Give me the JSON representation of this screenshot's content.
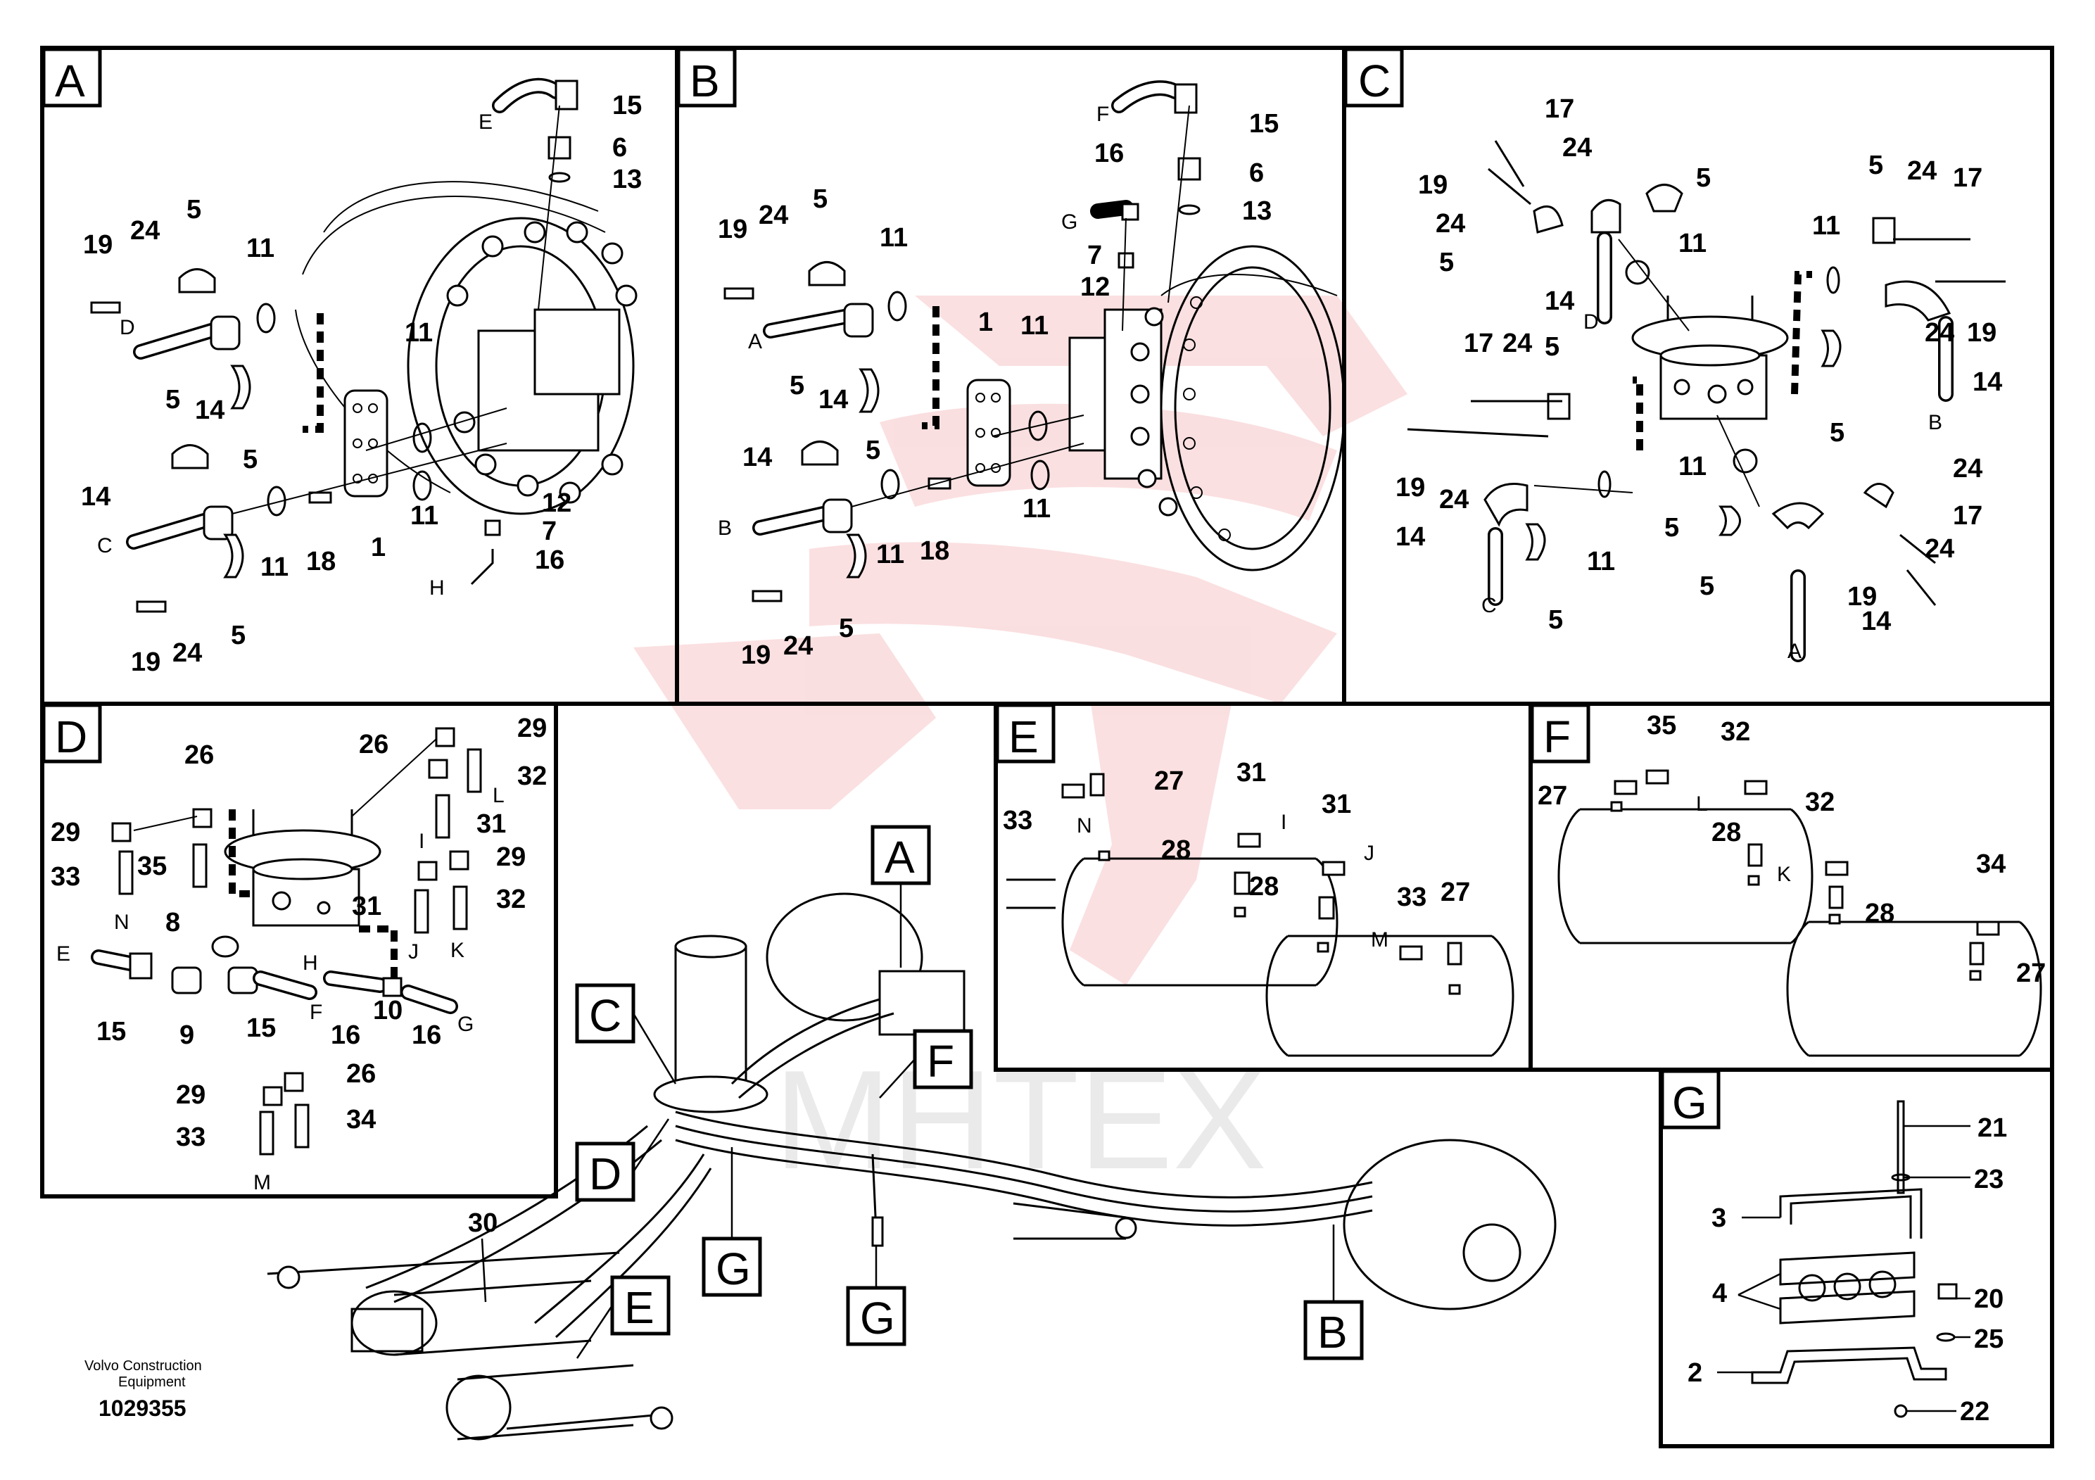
{
  "credit": {
    "line1": "Volvo Construction",
    "line2": "Equipment"
  },
  "document_number": "1029355",
  "watermark": "MHTEX",
  "colors": {
    "line": "#000000",
    "background": "#ffffff",
    "watermark": "#e8555a"
  },
  "panels": {
    "A": {
      "letter": "A",
      "ports": [
        "E",
        "D",
        "C",
        "H"
      ]
    },
    "B": {
      "letter": "B",
      "ports": [
        "F",
        "G",
        "A",
        "B"
      ]
    },
    "C": {
      "letter": "C",
      "ports": [
        "D",
        "B",
        "C",
        "A"
      ]
    },
    "D": {
      "letter": "D",
      "ports": [
        "N",
        "L",
        "I",
        "J",
        "K",
        "H",
        "E",
        "F",
        "G",
        "M"
      ]
    },
    "E": {
      "letter": "E",
      "ports": [
        "N",
        "I",
        "J",
        "M"
      ]
    },
    "F": {
      "letter": "F",
      "ports": [
        "L",
        "K"
      ]
    },
    "G": {
      "letter": "G"
    }
  },
  "overview": {
    "labels": [
      "A",
      "B",
      "C",
      "D",
      "E",
      "F",
      "G",
      "G"
    ],
    "callout": "30"
  },
  "callouts": {
    "A": [
      "15",
      "6",
      "13",
      "19",
      "24",
      "5",
      "11",
      "11",
      "14",
      "5",
      "5",
      "14",
      "12",
      "7",
      "16",
      "11",
      "18",
      "1",
      "11",
      "19",
      "24",
      "5"
    ],
    "B": [
      "15",
      "6",
      "13",
      "16",
      "7",
      "12",
      "19",
      "24",
      "5",
      "11",
      "1",
      "11",
      "14",
      "5",
      "5",
      "14",
      "11",
      "18",
      "11",
      "19",
      "24",
      "5"
    ],
    "C": [
      "17",
      "24",
      "19",
      "24",
      "5",
      "5",
      "11",
      "14",
      "5",
      "24",
      "17",
      "11",
      "24",
      "19",
      "14",
      "17",
      "24",
      "5",
      "5",
      "19",
      "24",
      "14",
      "11",
      "11",
      "5",
      "5",
      "24",
      "17",
      "24",
      "19",
      "14",
      "5"
    ],
    "D": [
      "26",
      "29",
      "29",
      "33",
      "35",
      "26",
      "32",
      "31",
      "29",
      "31",
      "32",
      "8",
      "15",
      "9",
      "15",
      "16",
      "10",
      "16",
      "29",
      "26",
      "33",
      "34"
    ],
    "E": [
      "27",
      "33",
      "31",
      "31",
      "28",
      "28",
      "33",
      "27"
    ],
    "F": [
      "35",
      "32",
      "27",
      "28",
      "32",
      "28",
      "34",
      "27"
    ],
    "G": [
      "21",
      "23",
      "3",
      "4",
      "20",
      "25",
      "2",
      "22"
    ]
  }
}
